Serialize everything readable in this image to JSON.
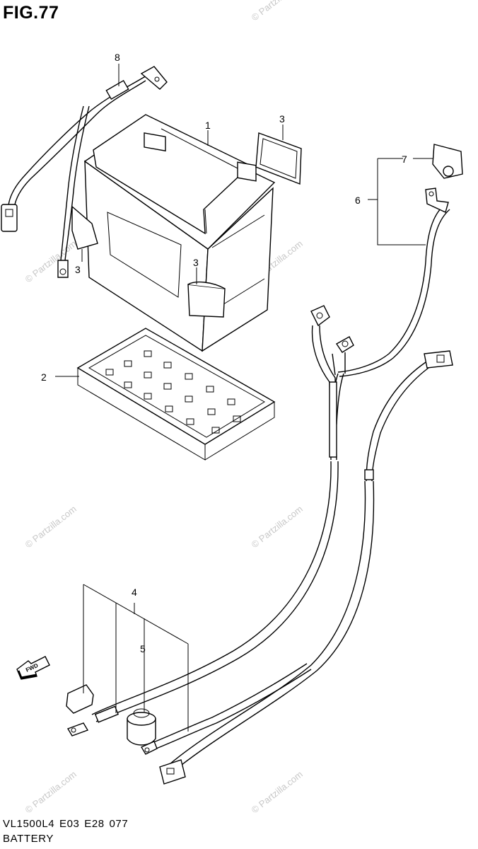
{
  "figure": {
    "title": "FIG.77"
  },
  "footer": {
    "code": "VL1500L4  E03  E28  077",
    "title": "BATTERY"
  },
  "callouts": [
    {
      "id": "c1",
      "label": "1"
    },
    {
      "id": "c2",
      "label": "2"
    },
    {
      "id": "c3a",
      "label": "3"
    },
    {
      "id": "c3b",
      "label": "3"
    },
    {
      "id": "c3c",
      "label": "3"
    },
    {
      "id": "c4",
      "label": "4"
    },
    {
      "id": "c5",
      "label": "5"
    },
    {
      "id": "c6",
      "label": "6"
    },
    {
      "id": "c7",
      "label": "7"
    },
    {
      "id": "c8",
      "label": "8"
    }
  ],
  "watermark": {
    "text": "© Partzilla.com"
  },
  "icons": {
    "direction": "fwd-arrow-icon",
    "direction_text": "FWD"
  }
}
